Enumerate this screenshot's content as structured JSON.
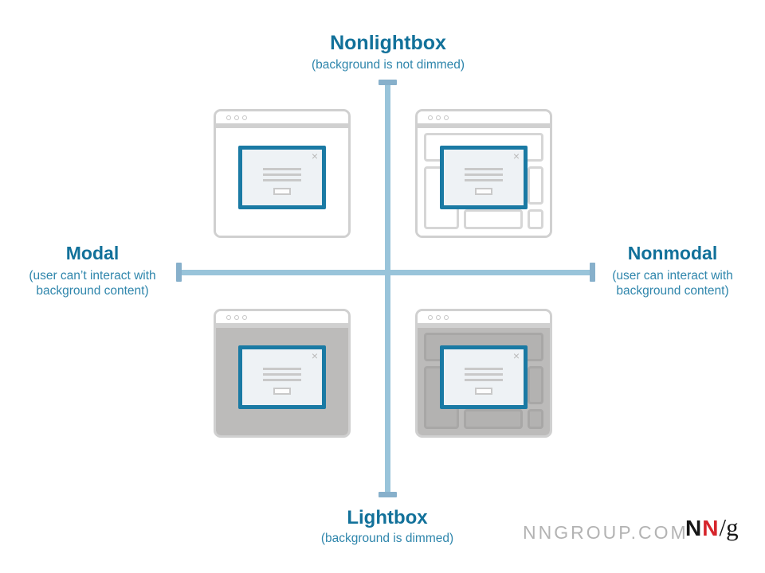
{
  "axes": {
    "top": {
      "title": "Nonlightbox",
      "subtitle": "(background is not dimmed)"
    },
    "bottom": {
      "title": "Lightbox",
      "subtitle": "(background is dimmed)"
    },
    "left": {
      "title": "Modal",
      "subtitle1": "(user can’t interact with",
      "subtitle2": "background content)"
    },
    "right": {
      "title": "Nonmodal",
      "subtitle1": "(user can interact with",
      "subtitle2": "background content)"
    }
  },
  "windows": {
    "dialog_close_glyph": "×",
    "quadrants": [
      {
        "position": "top-left",
        "modality": "Modal",
        "lightbox": "Nonlightbox",
        "dimmed": false,
        "background_blocks": false
      },
      {
        "position": "top-right",
        "modality": "Nonmodal",
        "lightbox": "Nonlightbox",
        "dimmed": false,
        "background_blocks": true
      },
      {
        "position": "bottom-left",
        "modality": "Modal",
        "lightbox": "Lightbox",
        "dimmed": true,
        "background_blocks": false
      },
      {
        "position": "bottom-right",
        "modality": "Nonmodal",
        "lightbox": "Lightbox",
        "dimmed": true,
        "background_blocks": true
      }
    ]
  },
  "footer": {
    "site": "NNGROUP.COM",
    "logo": {
      "n1": "N",
      "n2": "N",
      "slash_g": "/g"
    }
  },
  "colors": {
    "heading": "#12719a",
    "subheading": "#2f86ac",
    "axis_line": "#99c4da",
    "axis_cap": "#87b0cb",
    "win_border": "#d0d0d0",
    "block_border": "#d6d6d6",
    "dot": "#c6c6c6",
    "dim_body": "#bcbbba",
    "dim_block_fill": "#b3b2b1",
    "dim_block_border": "#a8a7a6",
    "dialog_border": "#1a7aa4",
    "dialog_bg": "#eef2f5",
    "dialog_line": "#c9c9c9",
    "close_x": "#b9b9b9",
    "footer_text": "#b3b3b3",
    "logo_red": "#d6242b",
    "logo_black": "#161616"
  }
}
